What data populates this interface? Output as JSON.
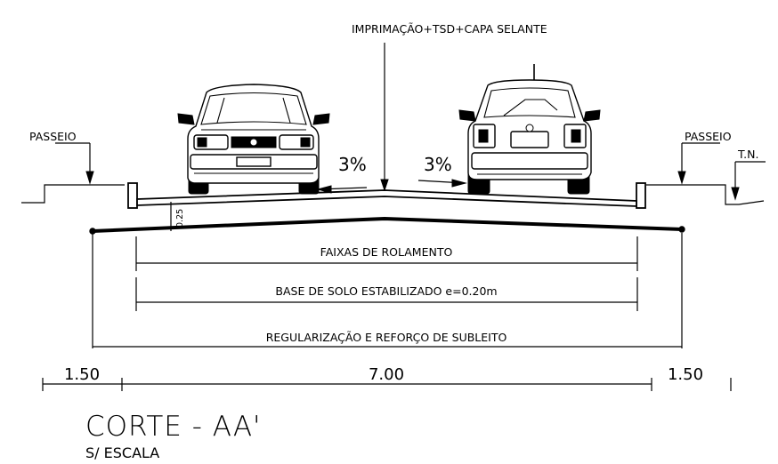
{
  "labels": {
    "surface_note": "IMPRIMAÇÃO+TSD+CAPA SELANTE",
    "sidewalk_left": "PASSEIO",
    "sidewalk_right": "PASSEIO",
    "natural_terrain": "T.N.",
    "slope_left": "3%",
    "slope_right": "3%",
    "curb_depth": "0.25",
    "layer_lanes": "FAIXAS DE ROLAMENTO",
    "layer_base": "BASE DE SOLO ESTABILIZADO e=0.20m",
    "layer_subgrade": "REGULARIZAÇÃO E REFORÇO DE SUBLEITO"
  },
  "dimensions": {
    "left": "1.50",
    "center": "7.00",
    "right": "1.50"
  },
  "title": {
    "main": "CORTE - AA'",
    "scale": "S/ ESCALA"
  }
}
